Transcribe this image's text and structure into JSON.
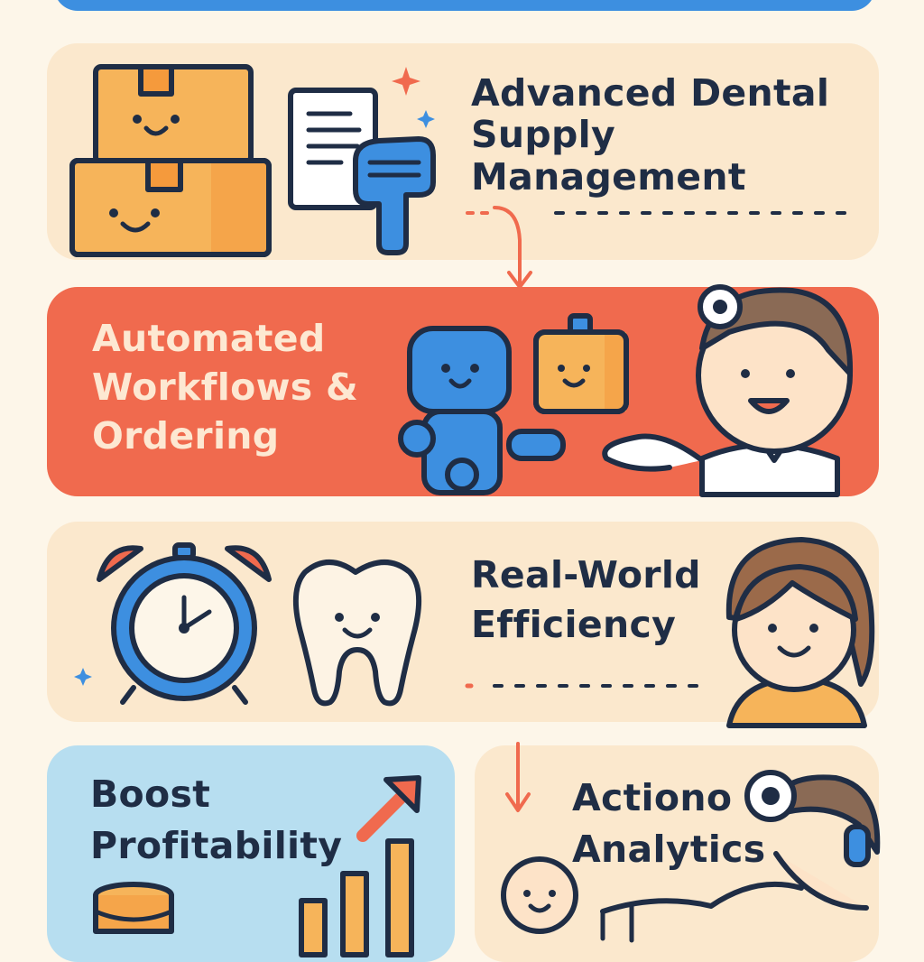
{
  "colors": {
    "page_bg": "#fdf6e9",
    "peach_panel": "#fbe8cd",
    "coral_panel": "#f06a4e",
    "blue_panel": "#b7def0",
    "blue_accent": "#3d8fe0",
    "orange_accent": "#f6b45a",
    "navy_ink": "#1f2d45"
  },
  "sections": {
    "supply": {
      "title_line1": "Advanced Dental",
      "title_line2": "Supply Management"
    },
    "workflows": {
      "title_line1": "Automated",
      "title_line2": "Workflows &",
      "title_line3": "Ordering"
    },
    "efficiency": {
      "title_line1": "Real-World",
      "title_line2": "Efficiency"
    },
    "profit": {
      "title_line1": "Boost",
      "title_line2": "Profitability"
    },
    "analytics": {
      "title_line1": "Actiono",
      "title_line2": "Analytics"
    }
  },
  "icons": [
    "box-stack-icon",
    "clipboard-icon",
    "barcode-scanner-icon",
    "sparkle-icon",
    "robot-icon",
    "package-icon",
    "dentist-icon",
    "alarm-clock-icon",
    "tooth-icon",
    "patient-icon",
    "growth-arrow-icon",
    "bar-chart-icon",
    "coin-stack-icon",
    "flow-arrow-icon"
  ]
}
